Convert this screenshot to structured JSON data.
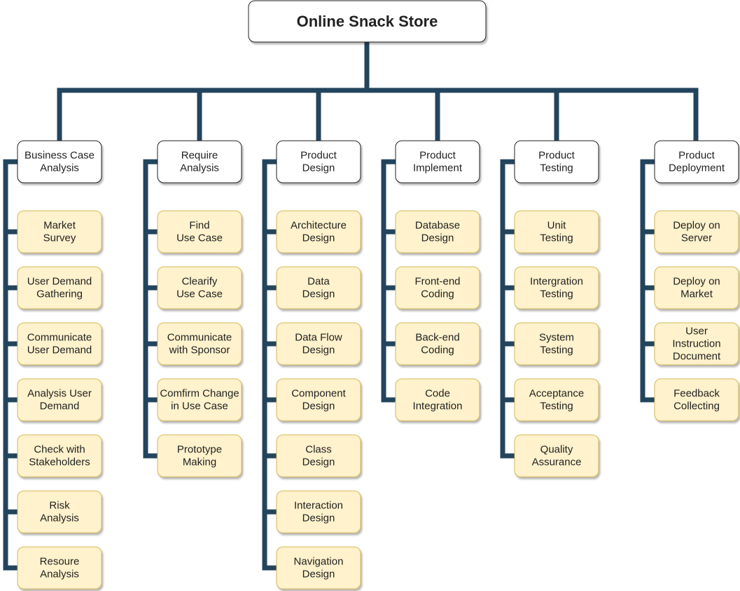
{
  "root": {
    "label": "Online Snack Store"
  },
  "colors": {
    "connector": "#23445d",
    "phase_fill": "#ffffff",
    "phase_stroke": "#222222",
    "task_fill": "#fff2cc",
    "task_stroke": "#d6b656",
    "text": "#222222"
  },
  "phases": [
    {
      "label": "Business Case\nAnalysis",
      "tasks": [
        "Market\nSurvey",
        "User Demand\nGathering",
        "Communicate\nUser Demand",
        "Analysis User\nDemand",
        "Check with\nStakeholders",
        "Risk\nAnalysis",
        "Resoure\nAnalysis"
      ]
    },
    {
      "label": "Require\nAnalysis",
      "tasks": [
        "Find\nUse Case",
        "Clearify\nUse Case",
        "Communicate\nwith Sponsor",
        "Comfirm Change\nin Use Case",
        "Prototype\nMaking"
      ]
    },
    {
      "label": "Product\nDesign",
      "tasks": [
        "Architecture\nDesign",
        "Data\nDesign",
        "Data Flow\nDesign",
        "Component\nDesign",
        "Class\nDesign",
        "Interaction\nDesign",
        "Navigation\nDesign"
      ]
    },
    {
      "label": "Product\nImplement",
      "tasks": [
        "Database\nDesign",
        "Front-end\nCoding",
        "Back-end\nCoding",
        "Code\nIntegration"
      ]
    },
    {
      "label": "Product\nTesting",
      "tasks": [
        "Unit\nTesting",
        "Intergration\nTesting",
        "System\nTesting",
        "Acceptance\nTesting",
        "Quality\nAssurance"
      ]
    },
    {
      "label": "Product\nDeployment",
      "tasks": [
        "Deploy on\nServer",
        "Deploy on\nMarket",
        "User\nInstruction\nDocument",
        "Feedback\nCollecting"
      ]
    }
  ]
}
